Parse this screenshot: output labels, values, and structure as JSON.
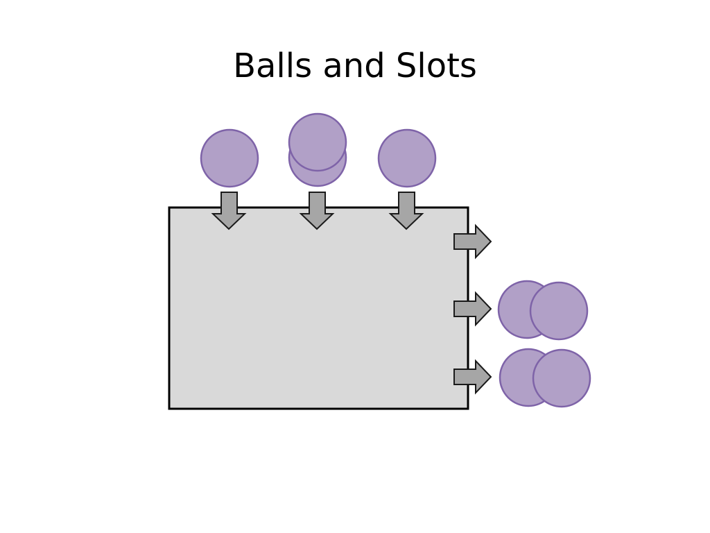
{
  "slide": {
    "title": "Balls and Slots"
  },
  "diagram": {
    "box_count": 1,
    "input_slots": 3,
    "output_slots": 3,
    "balls_per_input_slot": [
      1,
      2,
      1
    ],
    "balls_per_output_slot": [
      0,
      2,
      2
    ],
    "colors": {
      "box_fill": "#d9d9d9",
      "box_stroke": "#000000",
      "arrow_fill": "#a6a6a6",
      "arrow_stroke": "#1a1a1a",
      "ball_fill": "#b1a0c7",
      "ball_stroke": "#7e63a8",
      "background": "#ffffff"
    },
    "icons": {
      "input_arrow": "arrow-down-icon",
      "output_arrow": "arrow-right-icon",
      "ball": "circle-icon"
    }
  }
}
